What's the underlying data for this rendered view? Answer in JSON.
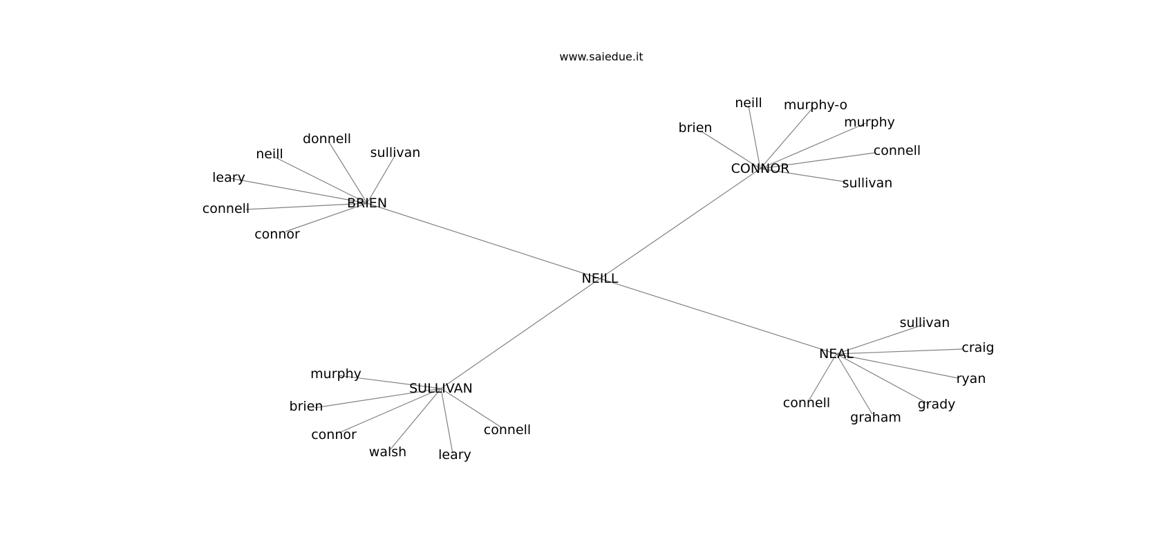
{
  "watermark": "www.saiedue.it",
  "colors": {
    "edge": "#808080",
    "text": "#000000",
    "background": "#ffffff"
  },
  "root": "NEILL",
  "hubs": [
    {
      "name": "BRIEN",
      "leaves": [
        "donnell",
        "sullivan",
        "neill",
        "leary",
        "connell",
        "connor"
      ]
    },
    {
      "name": "CONNOR",
      "leaves": [
        "neill",
        "murphy-o",
        "brien",
        "murphy",
        "connell",
        "sullivan"
      ]
    },
    {
      "name": "SULLIVAN",
      "leaves": [
        "murphy",
        "brien",
        "connor",
        "walsh",
        "leary",
        "connell"
      ]
    },
    {
      "name": "NEAL",
      "leaves": [
        "sullivan",
        "craig",
        "ryan",
        "grady",
        "graham",
        "connell"
      ]
    }
  ]
}
